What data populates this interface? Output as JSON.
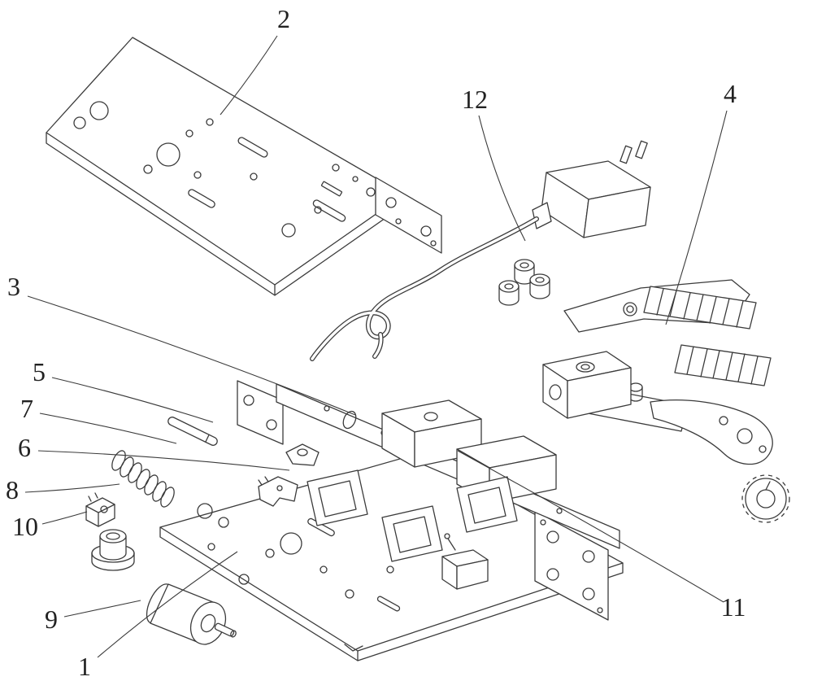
{
  "diagram": {
    "type": "exploded-assembly-drawing",
    "background_color": "#ffffff",
    "line_color": "#3b3b3b",
    "label_color": "#222222",
    "labels": [
      {
        "text": "1"
      },
      {
        "text": "2"
      },
      {
        "text": "3"
      },
      {
        "text": "4"
      },
      {
        "text": "5"
      },
      {
        "text": "6"
      },
      {
        "text": "7"
      },
      {
        "text": "8"
      },
      {
        "text": "9"
      },
      {
        "text": "10"
      },
      {
        "text": "11"
      },
      {
        "text": "12"
      }
    ]
  }
}
